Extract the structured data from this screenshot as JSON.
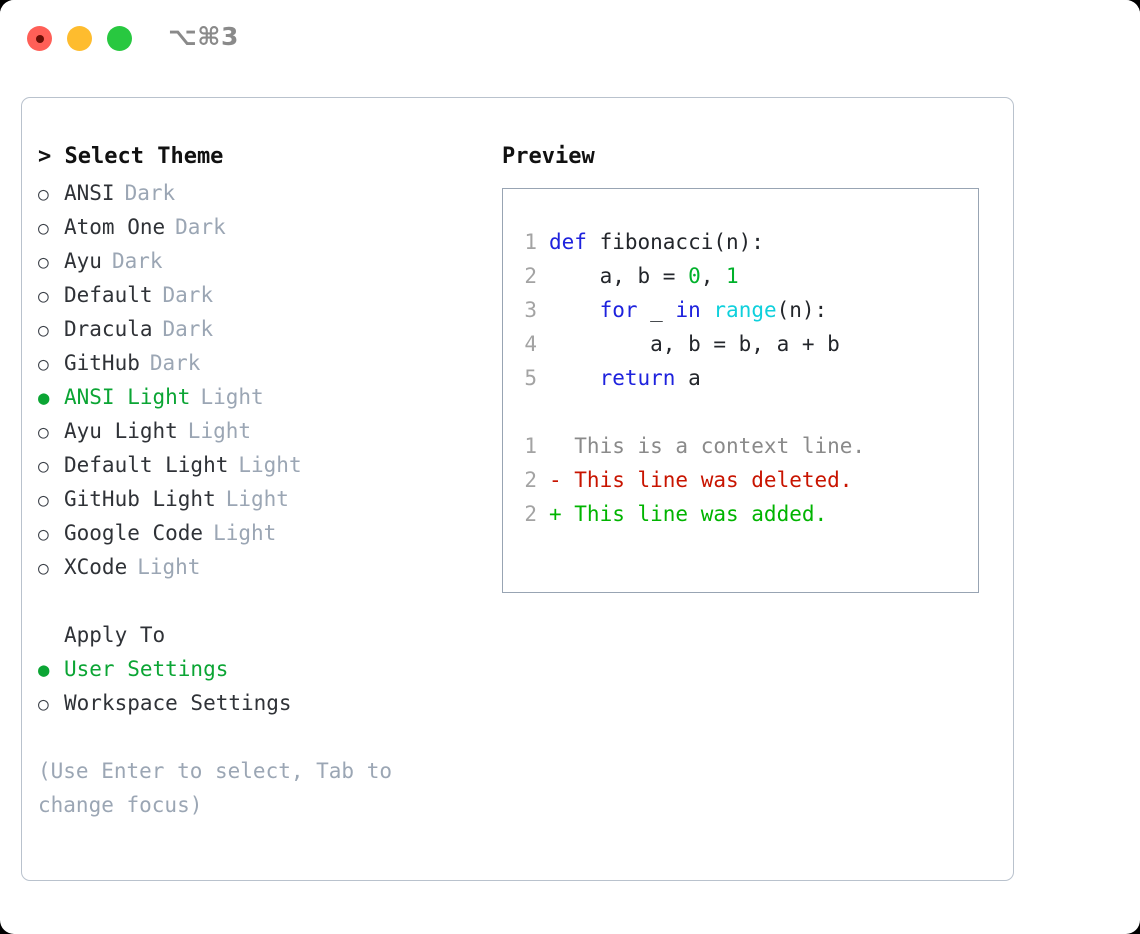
{
  "titlebar": {
    "shortcut": "⌥⌘3",
    "lights": [
      {
        "name": "close",
        "color": "#ff5f57"
      },
      {
        "name": "minimize",
        "color": "#febc2e"
      },
      {
        "name": "maximize",
        "color": "#28c840"
      }
    ]
  },
  "theme_picker": {
    "title": "> Select Theme",
    "themes": [
      {
        "bullet": "○",
        "name": "ANSI",
        "variant": "Dark",
        "selected": false
      },
      {
        "bullet": "○",
        "name": "Atom One",
        "variant": "Dark",
        "selected": false
      },
      {
        "bullet": "○",
        "name": "Ayu",
        "variant": "Dark",
        "selected": false
      },
      {
        "bullet": "○",
        "name": "Default",
        "variant": "Dark",
        "selected": false
      },
      {
        "bullet": "○",
        "name": "Dracula",
        "variant": "Dark",
        "selected": false
      },
      {
        "bullet": "○",
        "name": "GitHub",
        "variant": "Dark",
        "selected": false
      },
      {
        "bullet": "●",
        "name": "ANSI Light",
        "variant": "Light",
        "selected": true
      },
      {
        "bullet": "○",
        "name": "Ayu Light",
        "variant": "Light",
        "selected": false
      },
      {
        "bullet": "○",
        "name": "Default Light",
        "variant": "Light",
        "selected": false
      },
      {
        "bullet": "○",
        "name": "GitHub Light",
        "variant": "Light",
        "selected": false
      },
      {
        "bullet": "○",
        "name": "Google Code",
        "variant": "Light",
        "selected": false
      },
      {
        "bullet": "○",
        "name": "XCode",
        "variant": "Light",
        "selected": false
      }
    ],
    "apply_to": {
      "label": "Apply To",
      "options": [
        {
          "bullet": "●",
          "name": "User Settings",
          "variant": "",
          "selected": true
        },
        {
          "bullet": "○",
          "name": "Workspace Settings",
          "variant": "",
          "selected": false
        }
      ]
    },
    "hint": "(Use Enter to select, Tab to change focus)"
  },
  "preview": {
    "title": "Preview",
    "code_lines": [
      {
        "num": "1",
        "tokens": [
          {
            "t": "def ",
            "c": "kw"
          },
          {
            "t": "fibonacci(n):",
            "c": "plain"
          }
        ]
      },
      {
        "num": "2",
        "tokens": [
          {
            "t": "    a, b = ",
            "c": "plain"
          },
          {
            "t": "0",
            "c": "num"
          },
          {
            "t": ", ",
            "c": "plain"
          },
          {
            "t": "1",
            "c": "num"
          }
        ]
      },
      {
        "num": "3",
        "tokens": [
          {
            "t": "    ",
            "c": "plain"
          },
          {
            "t": "for",
            "c": "kw"
          },
          {
            "t": " _ ",
            "c": "plain"
          },
          {
            "t": "in",
            "c": "kw"
          },
          {
            "t": " ",
            "c": "plain"
          },
          {
            "t": "range",
            "c": "fn"
          },
          {
            "t": "(n):",
            "c": "plain"
          }
        ]
      },
      {
        "num": "4",
        "tokens": [
          {
            "t": "        a, b = b, a + b",
            "c": "plain"
          }
        ]
      },
      {
        "num": "5",
        "tokens": [
          {
            "t": "    ",
            "c": "plain"
          },
          {
            "t": "return",
            "c": "kw"
          },
          {
            "t": " a",
            "c": "plain"
          }
        ]
      }
    ],
    "diff_lines": [
      {
        "num": "1",
        "marker": "  ",
        "text": "This is a context line.",
        "kind": "ctx"
      },
      {
        "num": "2",
        "marker": "- ",
        "text": "This line was deleted.",
        "kind": "del"
      },
      {
        "num": "2",
        "marker": "+ ",
        "text": "This line was added.",
        "kind": "add"
      }
    ]
  },
  "colors": {
    "accent_green": "#0ba534",
    "muted": "#9ba6b4",
    "keyword": "#1e22dd",
    "function": "#0fd0dc",
    "number": "#00b12a",
    "diff_delete": "#c81400",
    "diff_add": "#00b400",
    "border": "#b9c2cd"
  }
}
